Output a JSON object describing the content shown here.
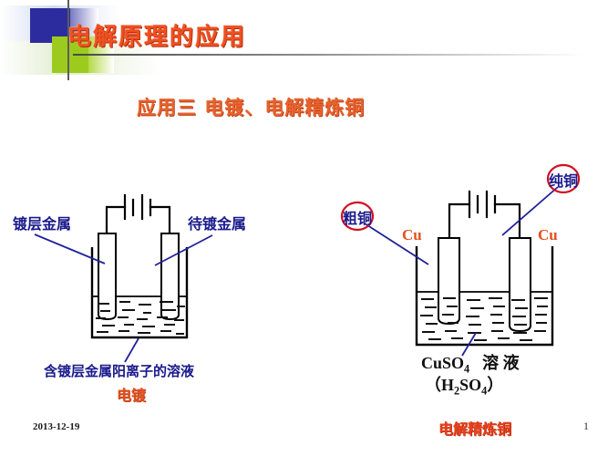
{
  "header": {
    "title": "电解原理的应用",
    "accent_color": "#f04f21",
    "deco": {
      "square_blue": "#2c2c9e",
      "square_green": "#9ccb1e",
      "rule_color": "#4a4a4a"
    }
  },
  "subtitle": {
    "text": "应用三     电镀、电解精炼铜",
    "color": "#e8622c"
  },
  "left_diagram": {
    "name": "electroplating-cell",
    "label_left": "镀层金属",
    "label_right": "待镀金属",
    "solution_caption": "含镀层金属阳离子的溶液",
    "process_caption": "电镀",
    "label_color": "#1a1a8c",
    "caption_color": "#e2511f"
  },
  "right_diagram": {
    "name": "copper-refining-cell",
    "label_left": "粗铜",
    "label_right": "纯铜",
    "electrode_left_material": "Cu",
    "electrode_right_material": "Cu",
    "solution_caption_main": "CuSO",
    "solution_caption_sub": "4",
    "solution_caption_tail": "溶  液",
    "solution_caption_second_open": "（H",
    "solution_caption_second_sub1": "2",
    "solution_caption_second_mid": "SO",
    "solution_caption_second_sub2": "4",
    "solution_caption_second_close": "）",
    "circle_color": "#d01020",
    "label_color": "#1a1a8c",
    "material_color": "#e2511f"
  },
  "footer": {
    "date": "2013-12-19",
    "title": "电解精炼铜",
    "page_number": "1",
    "title_color": "#e8401c"
  }
}
